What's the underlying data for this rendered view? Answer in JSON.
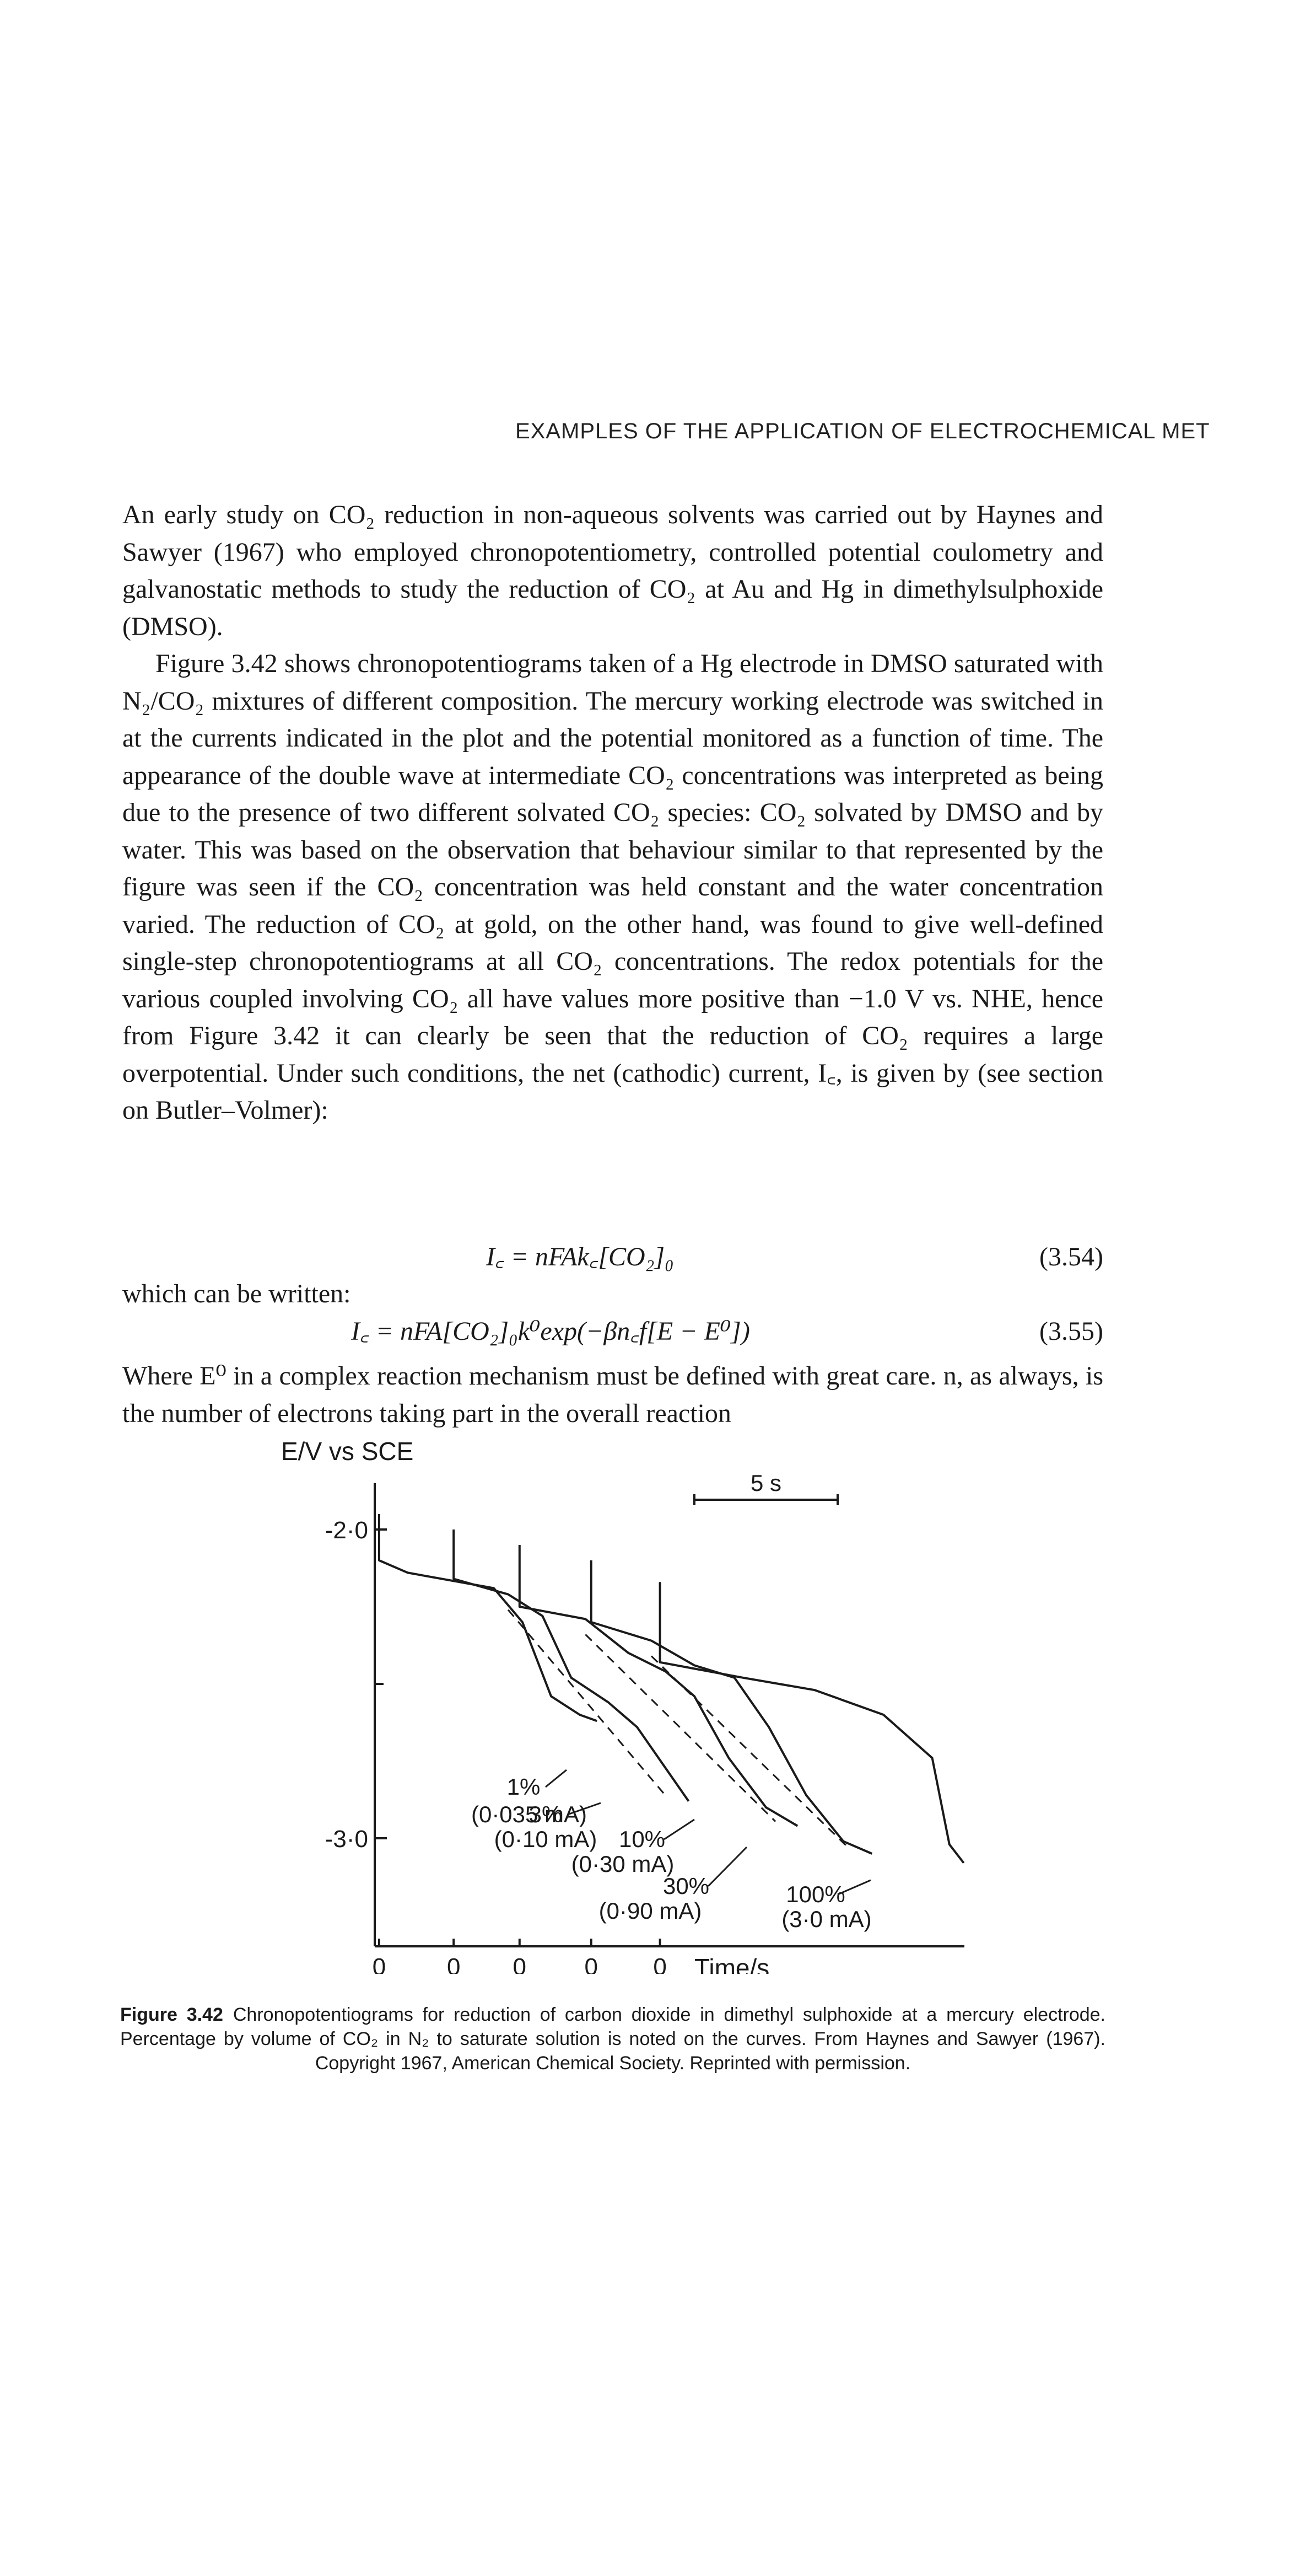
{
  "running_head": "EXAMPLES OF THE APPLICATION OF ELECTROCHEMICAL MET",
  "paragraph1": "An early study on CO₂ reduction in non-aqueous solvents was carried out by Haynes and Sawyer (1967) who employed chronopotentiometry, controlled potential coulometry and galvanostatic methods to study the reduction of CO₂ at Au and Hg in dimethylsulphoxide (DMSO).",
  "paragraph2": "Figure 3.42 shows chronopotentiograms taken of a Hg electrode in DMSO saturated with N₂/CO₂ mixtures of different composition. The mercury working electrode was switched in at the currents indicated in the plot and the potential monitored as a function of time. The appearance of the double wave at intermediate CO₂ concentrations was interpreted as being due to the presence of two different solvated CO₂ species: CO₂ solvated by DMSO and by water. This was based on the observation that behaviour similar to that represented by the figure was seen if the CO₂ concentration was held constant and the water concentration varied. The reduction of CO₂ at gold, on the other hand, was found to give well-defined single-step chronopotentiograms at all CO₂ concentrations. The redox potentials for the various coupled involving CO₂ all have values more positive than −1.0 V vs. NHE, hence from Figure 3.42 it can clearly be seen that the reduction of CO₂ requires a large overpotential. Under such conditions, the net (cathodic) current, I꜀, is given by (see section on Butler–Volmer):",
  "equation1": "I꜀ = nFAk꜀[CO₂]₀",
  "equation1_number": "(3.54)",
  "which_text": "which can be written:",
  "equation2": "I꜀ = nFA[CO₂]₀k⁰exp(−βn꜀f[E − E⁰])",
  "equation2_number": "(3.55)",
  "paragraph3": "Where E⁰ in a complex reaction mechanism must be defined with great care. n, as always, is the number of electrons taking part in the overall reaction",
  "chart_data": {
    "type": "line",
    "title": "",
    "ylabel": "E/V vs SCE",
    "xlabel": "Time/s",
    "ylim": [
      -3.35,
      -1.85
    ],
    "y_ticks": [
      {
        "value": -2.0,
        "label": "-2·0"
      },
      {
        "value": -3.0,
        "label": "-3·0"
      }
    ],
    "y_minor_ticks": [
      -2.5
    ],
    "x_tick_labels": [
      "0",
      "0",
      "0",
      "0",
      "0"
    ],
    "scale_bar": {
      "label": "5 s",
      "seconds": 5
    },
    "series": [
      {
        "name": "1% (0·035 mA)",
        "start_s": 0.0,
        "points": [
          [
            0.0,
            -1.95
          ],
          [
            0.0,
            -2.1
          ],
          [
            1.0,
            -2.14
          ],
          [
            4.0,
            -2.19
          ],
          [
            5.0,
            -2.3
          ],
          [
            6.0,
            -2.54
          ],
          [
            7.0,
            -2.6
          ],
          [
            7.6,
            -2.62
          ]
        ]
      },
      {
        "name": "3% (0·10 mA)",
        "start_s": 2.6,
        "points": [
          [
            2.6,
            -2.0
          ],
          [
            2.6,
            -2.16
          ],
          [
            4.5,
            -2.21
          ],
          [
            5.7,
            -2.28
          ],
          [
            6.7,
            -2.48
          ],
          [
            8.0,
            -2.56
          ],
          [
            9.0,
            -2.64
          ],
          [
            10.8,
            -2.88
          ]
        ]
      },
      {
        "name": "10% (0·30 mA)",
        "start_s": 4.9,
        "points": [
          [
            4.9,
            -2.05
          ],
          [
            4.9,
            -2.25
          ],
          [
            7.2,
            -2.29
          ],
          [
            8.7,
            -2.4
          ],
          [
            10.0,
            -2.46
          ],
          [
            11.0,
            -2.54
          ],
          [
            12.2,
            -2.74
          ],
          [
            13.5,
            -2.9
          ],
          [
            14.6,
            -2.96
          ]
        ]
      },
      {
        "name": "30% (0·90 mA)",
        "start_s": 7.4,
        "points": [
          [
            7.4,
            -2.1
          ],
          [
            7.4,
            -2.3
          ],
          [
            9.5,
            -2.36
          ],
          [
            11.0,
            -2.44
          ],
          [
            12.4,
            -2.48
          ],
          [
            13.6,
            -2.64
          ],
          [
            14.9,
            -2.86
          ],
          [
            16.2,
            -3.01
          ],
          [
            17.2,
            -3.05
          ]
        ]
      },
      {
        "name": "100% (3·0 mA)",
        "start_s": 9.8,
        "points": [
          [
            9.8,
            -2.17
          ],
          [
            9.8,
            -2.43
          ],
          [
            12.7,
            -2.48
          ],
          [
            15.2,
            -2.52
          ],
          [
            17.6,
            -2.6
          ],
          [
            19.3,
            -2.74
          ],
          [
            19.9,
            -3.02
          ],
          [
            20.4,
            -3.08
          ]
        ]
      }
    ],
    "curve_labels": [
      {
        "percent": "1%",
        "current": "(0·035 mA)"
      },
      {
        "percent": "3%",
        "current": "(0·10 mA)"
      },
      {
        "percent": "10%",
        "current": "(0·30 mA)"
      },
      {
        "percent": "30%",
        "current": "(0·90 mA)"
      },
      {
        "percent": "100%",
        "current": "(3·0 mA)"
      }
    ],
    "grid": false
  },
  "figure_label": "Figure 3.42",
  "caption": "Chronopotentiograms for reduction of carbon dioxide in dimethyl sulphoxide at a mercury electrode. Percentage by volume of CO₂ in N₂ to saturate solution is noted on the curves. From Haynes and Sawyer (1967). Copyright 1967, American Chemical Society. Reprinted with permission."
}
